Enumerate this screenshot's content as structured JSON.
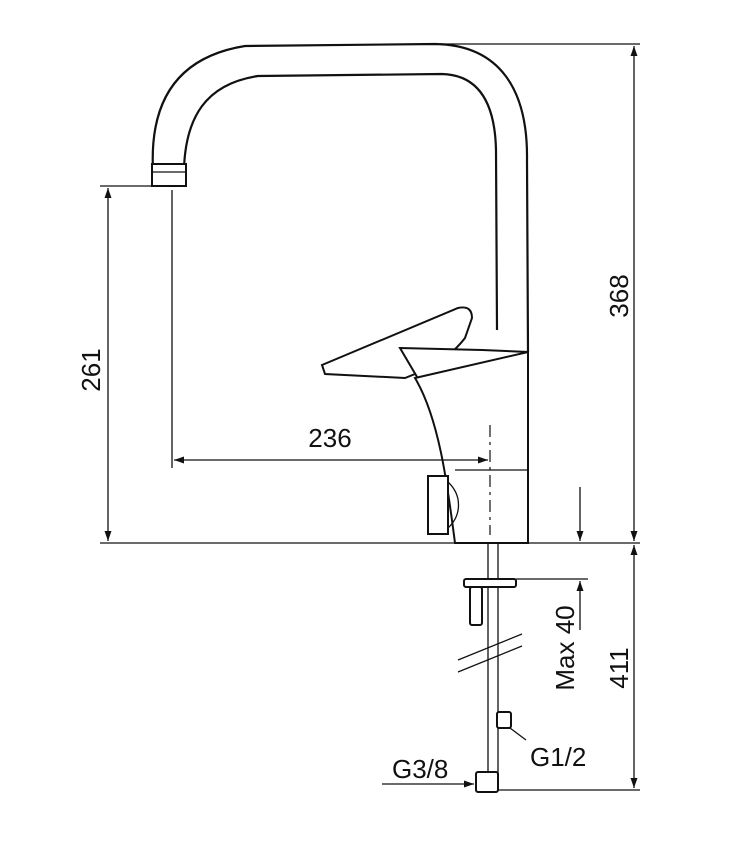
{
  "dimensions": {
    "total_height": "368",
    "spout_height": "261",
    "spout_reach": "236",
    "max_deck_thickness": "Max 40",
    "hose_length": "411"
  },
  "connections": {
    "outlet_thread": "G3/8",
    "inlet_thread": "G1/2"
  },
  "colors": {
    "ink": "#111111",
    "background": "#ffffff"
  }
}
